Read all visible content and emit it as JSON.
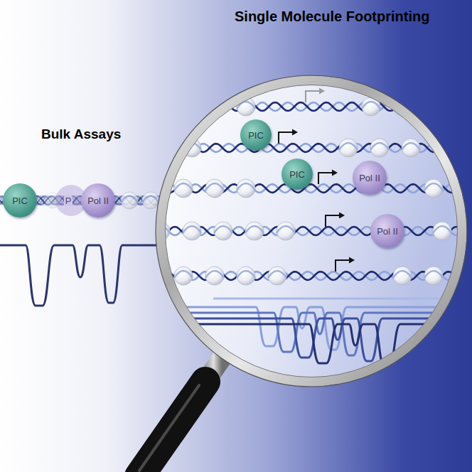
{
  "diagram": {
    "title": "Single Molecule Footprinting",
    "nodes": [
      {
        "text": [
          "PIC"
        ]
      },
      {
        "text": [
          "PIC"
        ]
      },
      {
        "text": [
          "Pol II"
        ]
      },
      {
        "text": [
          "PIC"
        ]
      },
      {
        "text": [
          "Pol II"
        ]
      },
      {
        "text": [
          "Pol II"
        ]
      }
    ],
    "labels": [
      "Bulk Assays",
      "P"
    ]
  }
}
